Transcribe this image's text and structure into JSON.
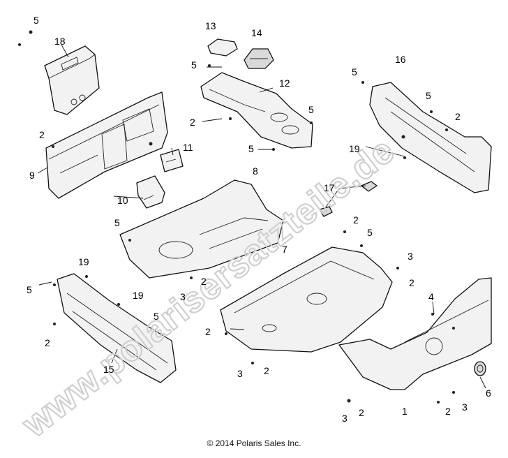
{
  "watermark": "www.polarisersatzteile.de",
  "copyright": "© 2014 Polaris Sales Inc.",
  "callouts": {
    "c18": "18",
    "c5a": "5",
    "c2a": "2",
    "c9": "9",
    "c10": "10",
    "c11": "11",
    "c13": "13",
    "c14": "14",
    "c5b": "5",
    "c12": "12",
    "c2b": "2",
    "c5c": "5",
    "c5d": "5",
    "c16": "16",
    "c5e": "5",
    "c5f": "5",
    "c2c": "2",
    "c19a": "19",
    "c8": "8",
    "c5g": "5",
    "c17": "17",
    "c2d": "2",
    "c3a": "3",
    "c2e": "2",
    "c5h": "5",
    "c7": "7",
    "c3b": "3",
    "c2f": "2",
    "c19b": "19",
    "c5i": "5",
    "c19c": "19",
    "c5j": "5",
    "c2g": "2",
    "c15": "15",
    "c2h": "2",
    "c3c": "3",
    "c2i": "2",
    "c4": "4",
    "c6": "6",
    "c1": "1",
    "c3d": "3",
    "c2j": "2",
    "c2k": "2",
    "c3e": "3"
  }
}
